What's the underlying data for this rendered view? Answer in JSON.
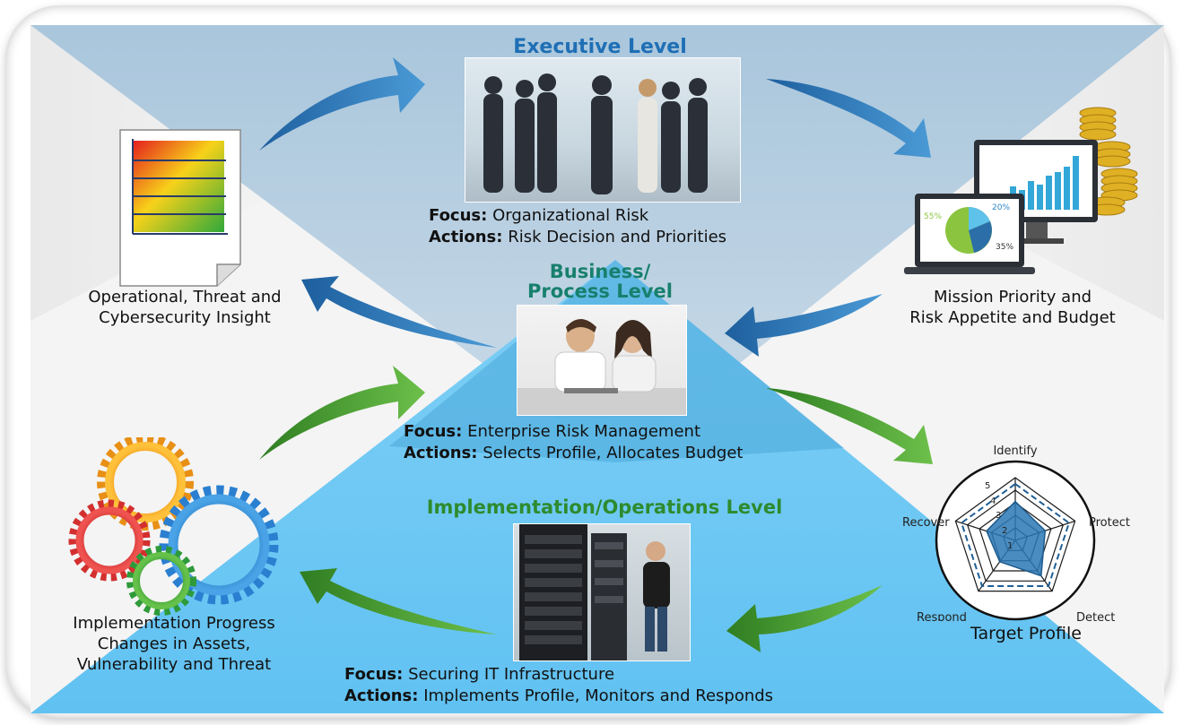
{
  "executive": {
    "title": "Executive Level",
    "focus_label": "Focus:",
    "focus_value": "Organizational Risk",
    "actions_label": "Actions:",
    "actions_value": "Risk Decision and Priorities"
  },
  "business": {
    "title_line1": "Business/",
    "title_line2": "Process Level",
    "focus_label": "Focus:",
    "focus_value": "Enterprise Risk Management",
    "actions_label": "Actions:",
    "actions_value": "Selects Profile, Allocates Budget"
  },
  "implementation": {
    "title": "Implementation/Operations Level",
    "focus_label": "Focus:",
    "focus_value": "Securing IT Infrastructure",
    "actions_label": "Actions:",
    "actions_value": "Implements Profile, Monitors and Responds"
  },
  "insight": {
    "line1": "Operational, Threat and",
    "line2": "Cybersecurity Insight"
  },
  "mission": {
    "line1": "Mission Priority and",
    "line2": "Risk Appetite and Budget"
  },
  "progress": {
    "line1": "Implementation Progress",
    "line2": "Changes in Assets,",
    "line3": "Vulnerability and Threat"
  },
  "target_profile": {
    "caption": "Target Profile",
    "axes": [
      "Identify",
      "Protect",
      "Detect",
      "Respond",
      "Recover"
    ],
    "scale": [
      "1",
      "2",
      "3",
      "4",
      "5"
    ]
  },
  "pie": {
    "labels": [
      "55%",
      "20%",
      "35%"
    ]
  },
  "colors": {
    "executive_blue": "#1f6fb5",
    "business_teal": "#17806d",
    "implementation_green": "#2e8b2e",
    "blue_arrow": "#2f7fc1",
    "green_arrow": "#4da83a",
    "top_band": "#b5cde0",
    "triangle": "#63c3f3"
  }
}
